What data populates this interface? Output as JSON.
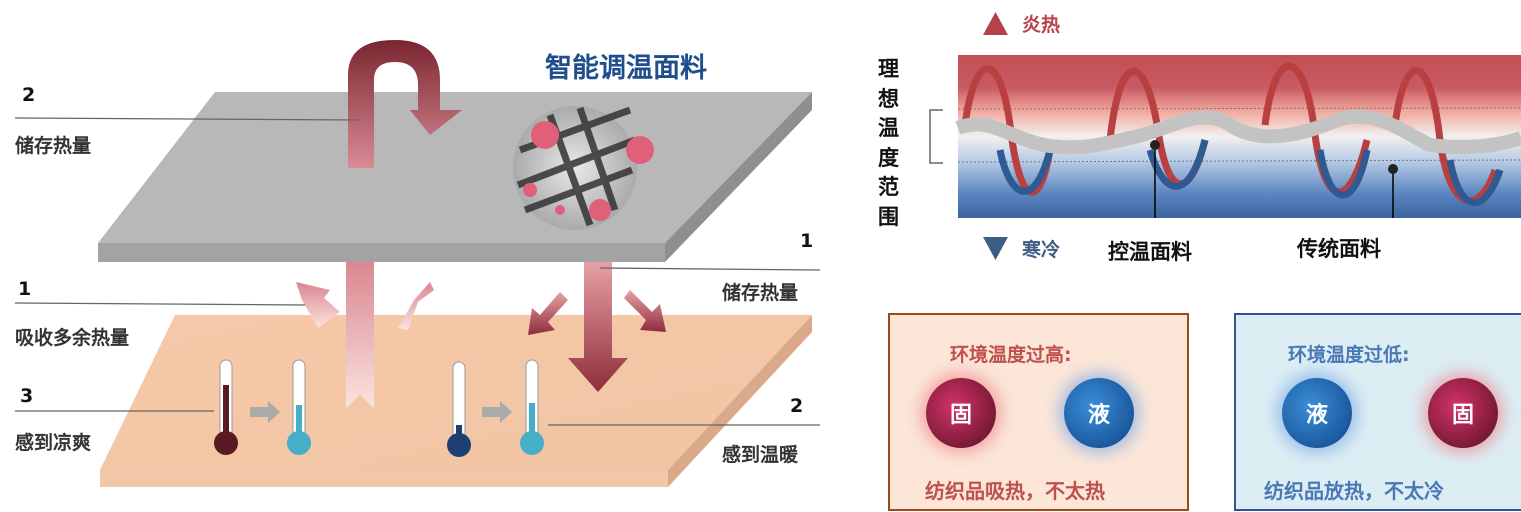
{
  "title": "智能调温面料",
  "left_labels": {
    "top_num": "2",
    "top_text": "储存热量",
    "mid_num": "1",
    "mid_text": "吸收多余热量",
    "low_num": "3",
    "low_text": "感到凉爽",
    "right_top_num": "1",
    "right_top_text": "储存热量",
    "right_low_num": "2",
    "right_low_text": "感到温暖"
  },
  "chart": {
    "hot_label": "炎热",
    "cold_label": "寒冷",
    "range_label": [
      "理",
      "想",
      "温",
      "度",
      "范",
      "围"
    ],
    "smart_fabric": "控温面料",
    "traditional_fabric": "传统面料"
  },
  "hot_box": {
    "title": "环境温度过高:",
    "from": "固",
    "to": "液",
    "caption": "纺织品吸热，不太热"
  },
  "cold_box": {
    "title": "环境温度过低:",
    "from": "液",
    "to": "固",
    "caption": "纺织品放热，不太冷"
  },
  "colors": {
    "title": "#1f4e8c",
    "hot": "#b5414a",
    "cold": "#3e5d86"
  }
}
